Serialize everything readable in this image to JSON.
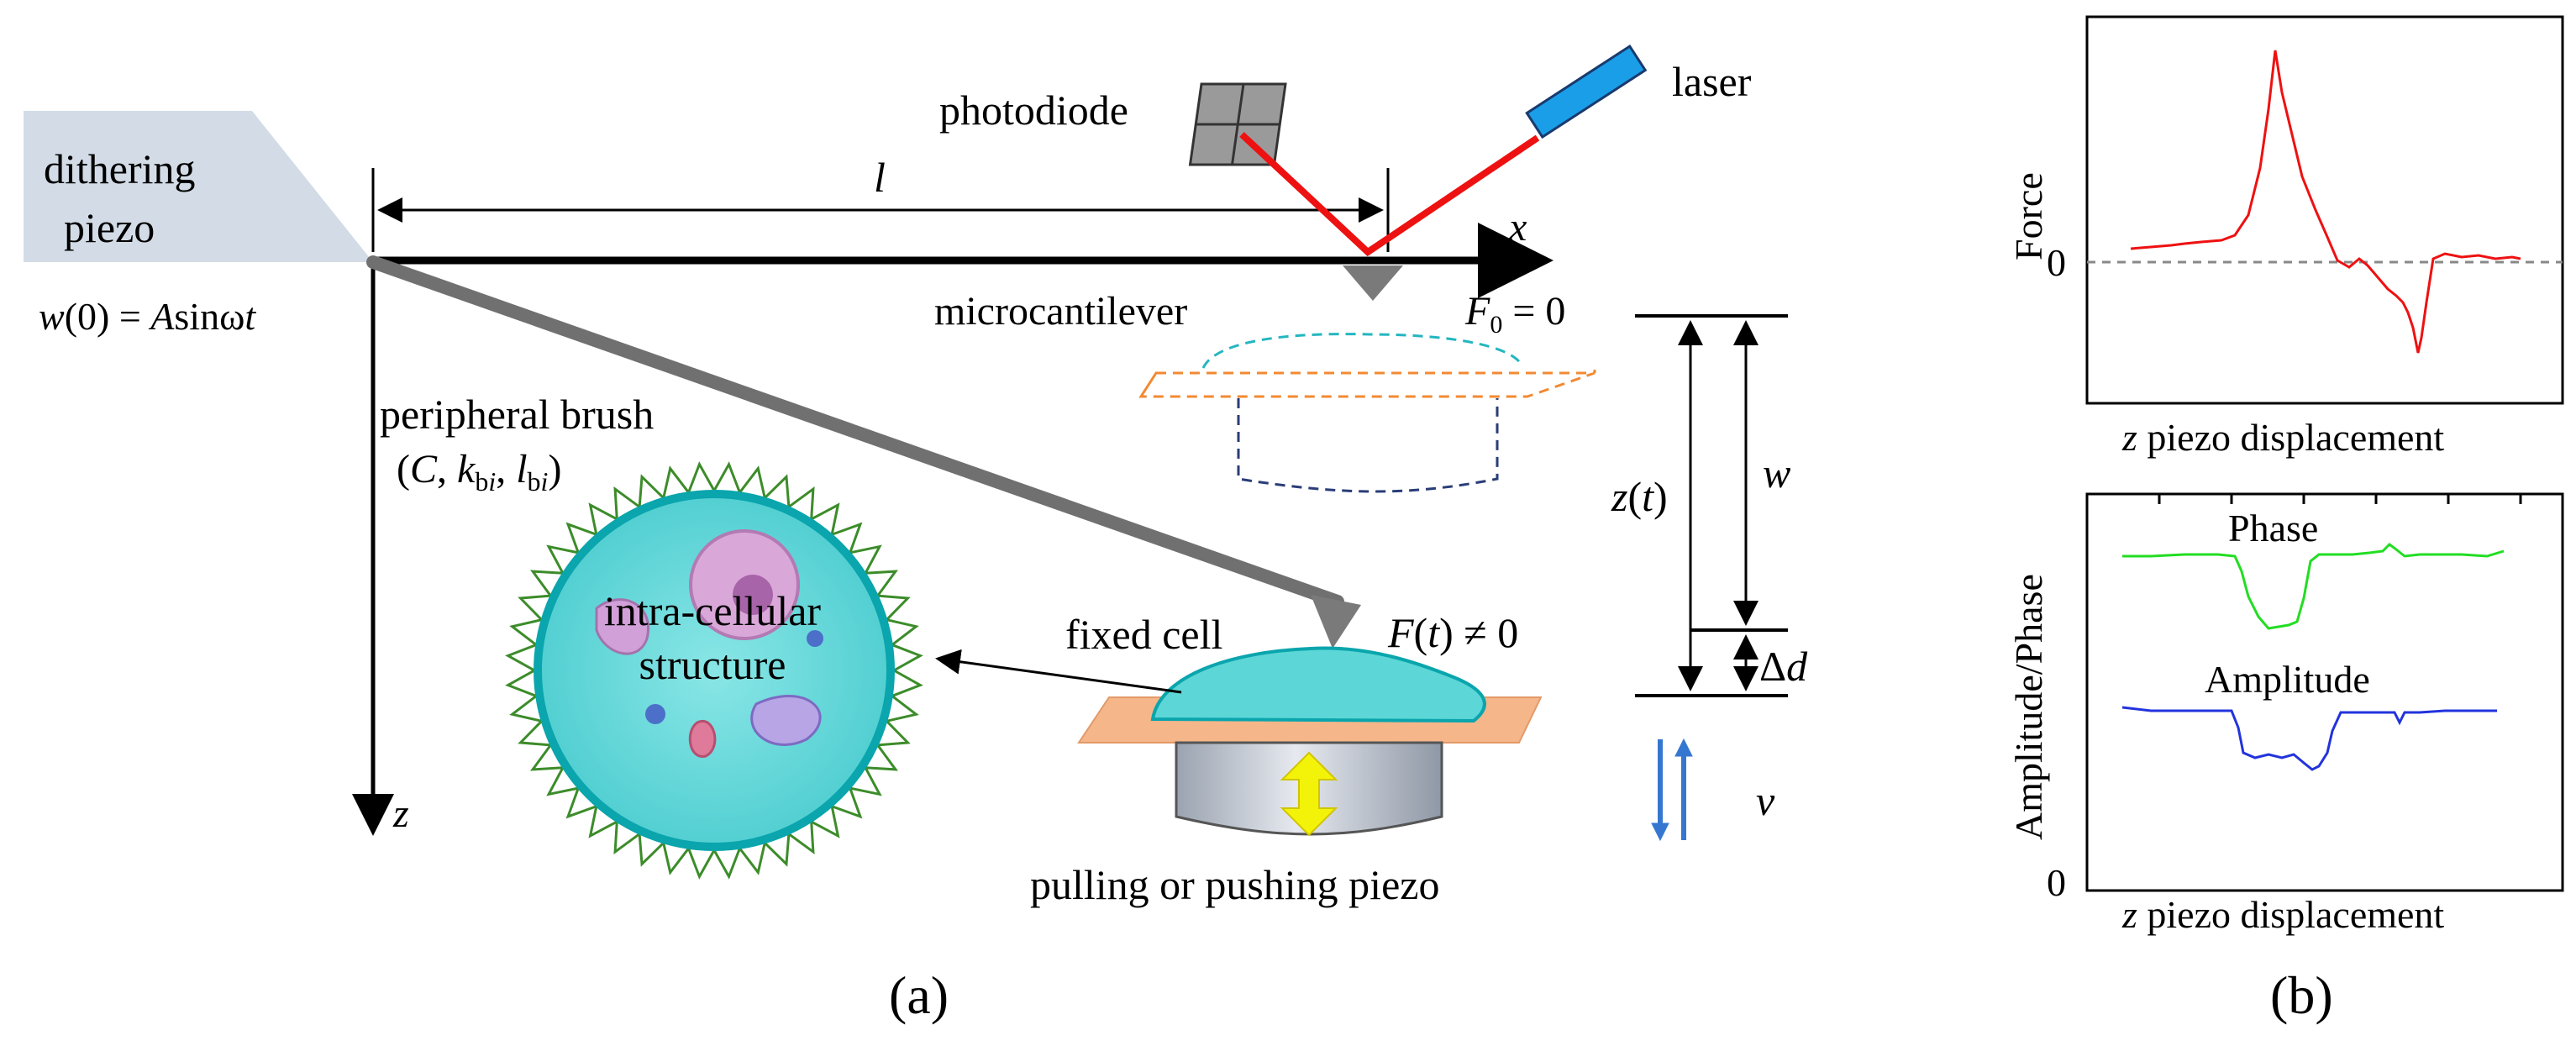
{
  "panel_a": {
    "caption": "(a)",
    "dithering_piezo": {
      "line1": "dithering",
      "line2": "piezo"
    },
    "boundary_condition": "w(0) = Asinωt",
    "length_label": "l",
    "x_axis_label": "x",
    "z_axis_label": "z",
    "photodiode_label": "photodiode",
    "laser_label": "laser",
    "cantilever_label": "microcantilever",
    "force_zero_label": "F0 = 0",
    "brush_label": {
      "line1": "peripheral brush",
      "line2": "(C, kbi, lbi)"
    },
    "intracellular_label": {
      "line1": "intra-cellular",
      "line2": "structure"
    },
    "fixed_cell_label": "fixed cell",
    "force_t_label": "F(t) ≠ 0",
    "z_t_label": "z(t)",
    "w_label": "w",
    "delta_d_label": "Δd",
    "velocity_label": "v",
    "piezo_label": "pulling or pushing piezo",
    "colors": {
      "laser": "#ee1111",
      "piezo_block": "#d3dce6",
      "cell_fill": "#5cd6d6",
      "cell_rim": "#0aa5ad",
      "brush": "#3c8c2a",
      "stage": "#f5b68a",
      "velocity_arrows": "#3577d0"
    }
  },
  "panel_b": {
    "caption": "(b)",
    "top_plot": {
      "ylabel": "Force",
      "xlabel": "z piezo displacement",
      "zero_tick": "0",
      "series": [
        {
          "color": "#ee1111"
        }
      ]
    },
    "bottom_plot": {
      "ylabel": "Amplitude/Phase",
      "xlabel": "z piezo displacement",
      "zero_tick": "0",
      "series": [
        {
          "name": "Phase",
          "color": "#22dd22"
        },
        {
          "name": "Amplitude",
          "color": "#2233dd"
        }
      ]
    }
  }
}
